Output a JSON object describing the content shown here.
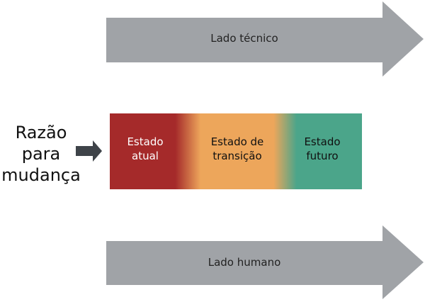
{
  "top_arrow": {
    "label": "Lado técnico"
  },
  "bottom_arrow": {
    "label": "Lado humano"
  },
  "reason": {
    "label": "Razão para mudança"
  },
  "states": [
    {
      "label": "Estado atual",
      "color": "#a52a2a"
    },
    {
      "label": "Estado de transição",
      "color": "#eda65b"
    },
    {
      "label": "Estado futuro",
      "color": "#4ba58a"
    }
  ],
  "colors": {
    "arrow": "#a0a3a7",
    "small_arrow": "#3e4349"
  }
}
